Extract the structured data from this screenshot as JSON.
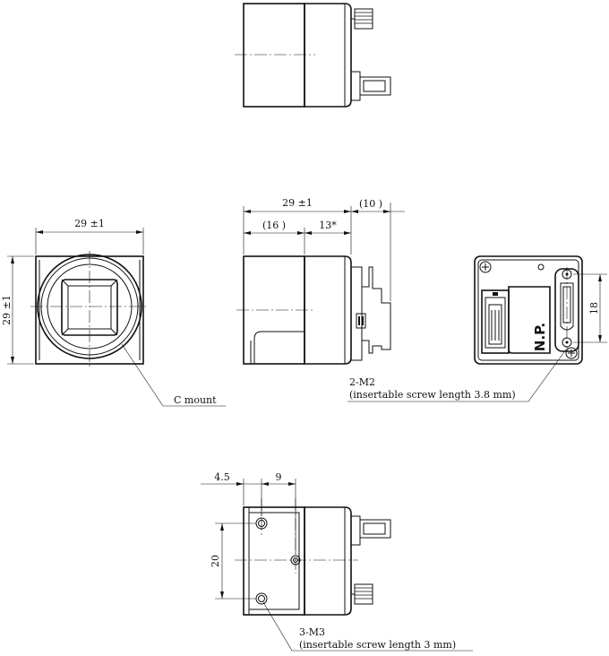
{
  "dimensions": {
    "front_width": "29 ±1",
    "front_height": "29 ±1",
    "side_length": "29 ±1",
    "side_front_part": "(16 )",
    "side_rear_part": "13*",
    "side_cable_part": "(10 )",
    "rear_connector_pitch": "18",
    "bottom_offset": "4.5",
    "bottom_hole_spacing_x": "9",
    "bottom_hole_spacing_y": "20"
  },
  "callouts": {
    "c_mount": "C mount",
    "rear_screw_count": "2-M2",
    "rear_screw_note": "(insertable screw length 3.8 mm)",
    "bottom_screw_count": "3-M3",
    "bottom_screw_note": "(insertable screw length 3 mm)"
  },
  "labels": {
    "np_mark": "N.P."
  }
}
